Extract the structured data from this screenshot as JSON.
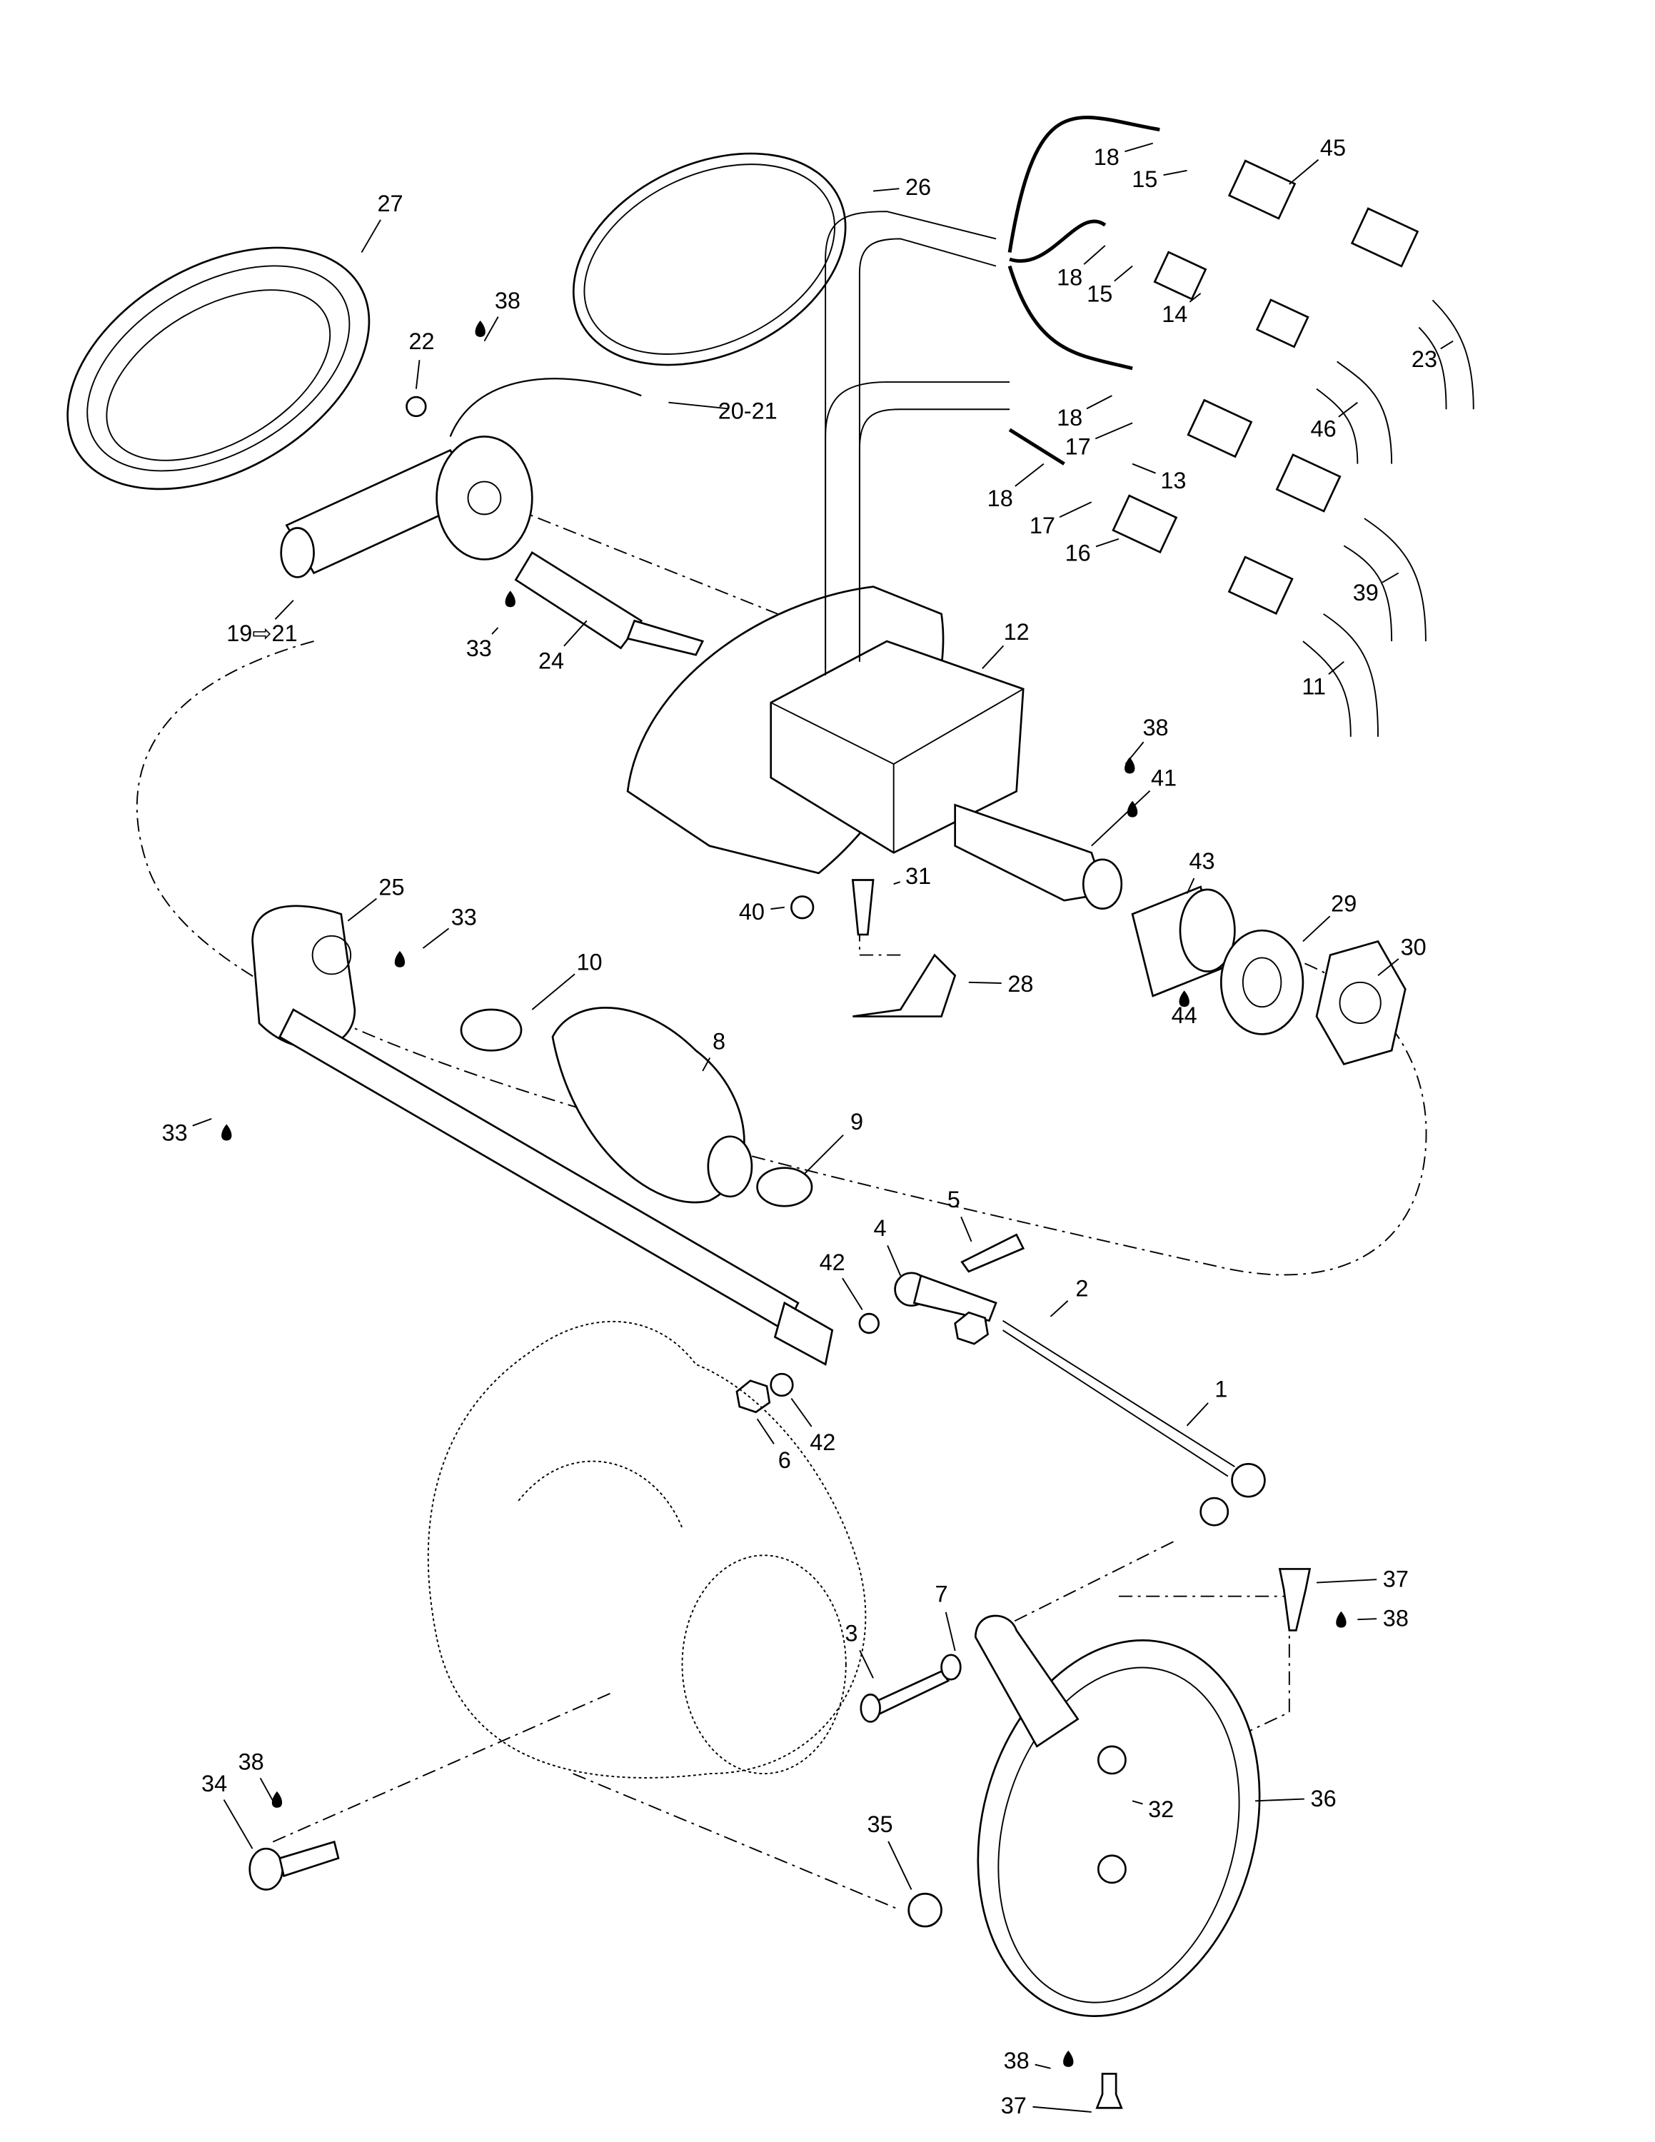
{
  "diagram": {
    "type": "exploded-parts-diagram",
    "callouts": [
      "1",
      "2",
      "3",
      "4",
      "5",
      "6",
      "7",
      "8",
      "9",
      "10",
      "11",
      "12",
      "13",
      "14",
      "15",
      "15",
      "16",
      "17",
      "17",
      "18",
      "18",
      "18",
      "18",
      "19⇨21",
      "20-21",
      "22",
      "23",
      "24",
      "25",
      "26",
      "27",
      "28",
      "29",
      "30",
      "31",
      "32",
      "33",
      "33",
      "33",
      "34",
      "35",
      "36",
      "37",
      "37",
      "38",
      "38",
      "38",
      "38",
      "38",
      "39",
      "40",
      "41",
      "42",
      "42",
      "43",
      "44",
      "45",
      "46"
    ],
    "lubricant_icon": "oil-drop-icon",
    "line_color": "#000000",
    "background_color": "#ffffff"
  }
}
